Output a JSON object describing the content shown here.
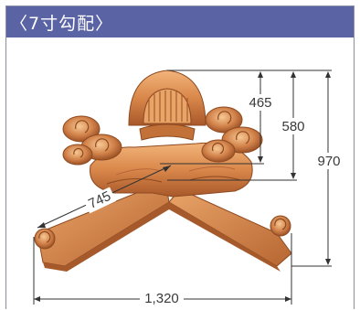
{
  "header": {
    "title": "〈7寸勾配〉",
    "background_color": "#5a63a3",
    "text_color": "#ffffff"
  },
  "image": {
    "subject": "onigawara-roof-ornament-copper",
    "primary_color": "#d9874a"
  },
  "dimensions": {
    "d465": "465",
    "d580": "580",
    "d970": "970",
    "d745": "745",
    "d1320": "1,320"
  }
}
